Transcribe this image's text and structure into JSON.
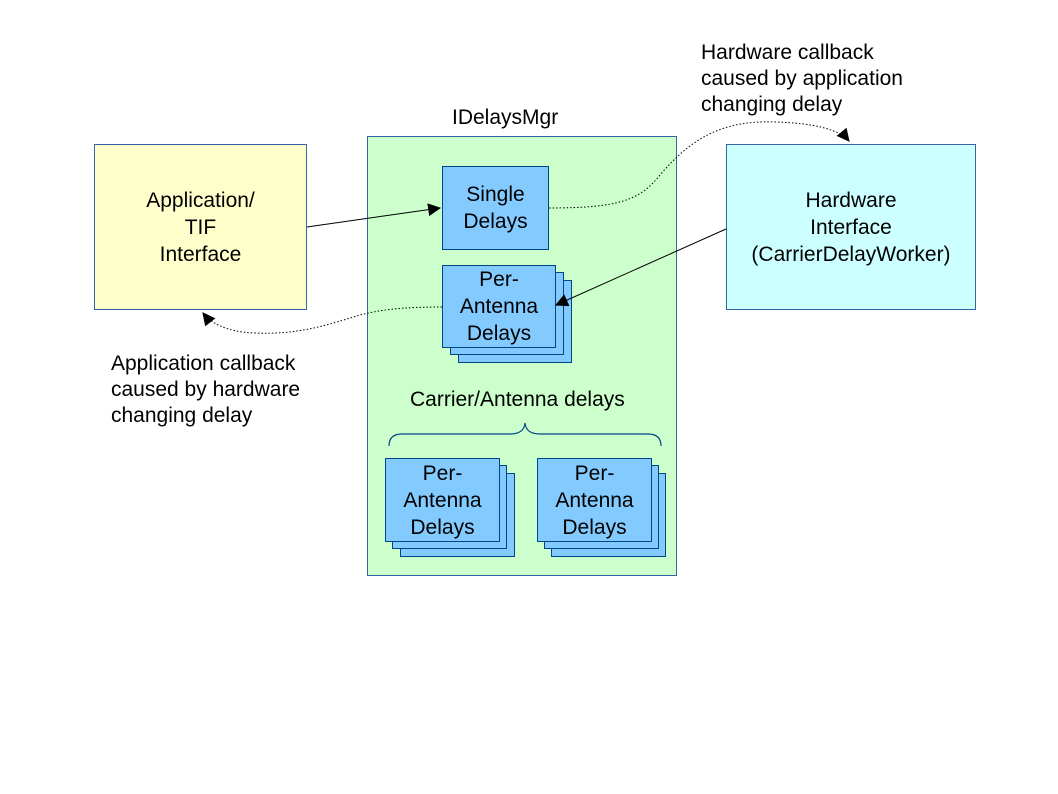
{
  "diagram": {
    "application_box": "Application/\nTIF\nInterface",
    "hardware_box": "Hardware\nInterface\n(CarrierDelayWorker)",
    "manager_title": "IDelaysMgr",
    "single_delays": "Single\nDelays",
    "per_antenna_delays_top": "Per-\nAntenna\nDelays",
    "carrier_antenna_label": "Carrier/Antenna delays",
    "per_antenna_delays_left": "Per-\nAntenna\nDelays",
    "per_antenna_delays_right": "Per-\nAntenna\nDelays",
    "hardware_callback_note": "Hardware callback\ncaused by application\nchanging  delay",
    "application_callback_note": "Application callback\ncaused by hardware\nchanging  delay"
  }
}
